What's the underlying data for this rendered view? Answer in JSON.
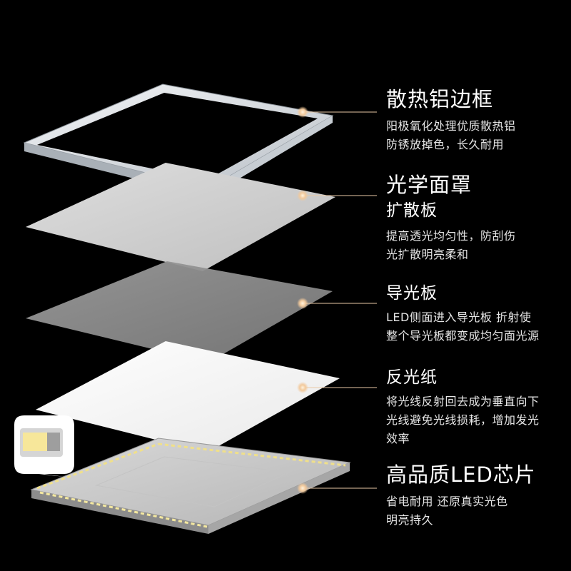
{
  "colors": {
    "background": "#000000",
    "leader_line": "#e9c9a6",
    "dot": "#f2d2ac",
    "text": "#ffffff"
  },
  "layers": [
    {
      "name": "frame",
      "title": "散热铝边框",
      "subtitle": "",
      "desc": [
        "阳极氧化处理优质散热铝",
        "防锈放掉色，长久耐用"
      ]
    },
    {
      "name": "diffuser",
      "title": "光学面罩",
      "subtitle": "扩散板",
      "desc": [
        "提高透光均匀性，防刮伤",
        "光扩散明亮柔和"
      ]
    },
    {
      "name": "light-guide",
      "title": "导光板",
      "subtitle": "",
      "desc": [
        "LED侧面进入导光板 折射使",
        "整个导光板都变成均匀面光源"
      ]
    },
    {
      "name": "reflector",
      "title": "反光纸",
      "subtitle": "",
      "desc": [
        "将光线反射回去成为垂直向下",
        "光线避免光线损耗，增加发光",
        "效率"
      ]
    },
    {
      "name": "led-chip",
      "title": "高品质LED芯片",
      "subtitle": "",
      "desc": [
        "省电耐用 还原真实光色",
        "明亮持久"
      ]
    }
  ]
}
